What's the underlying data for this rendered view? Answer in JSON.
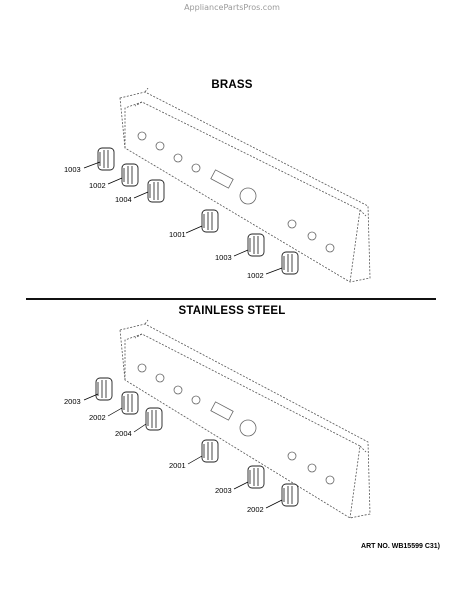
{
  "watermark": "AppliancePartsPros.com",
  "sections": [
    {
      "title": "BRASS",
      "parts": [
        "1003",
        "1002",
        "1004",
        "1001",
        "1003",
        "1002"
      ]
    },
    {
      "title": "STAINLESS STEEL",
      "parts": [
        "2003",
        "2002",
        "2004",
        "2001",
        "2003",
        "2002"
      ]
    }
  ],
  "art_no": "ART NO. WB15599 C31)"
}
